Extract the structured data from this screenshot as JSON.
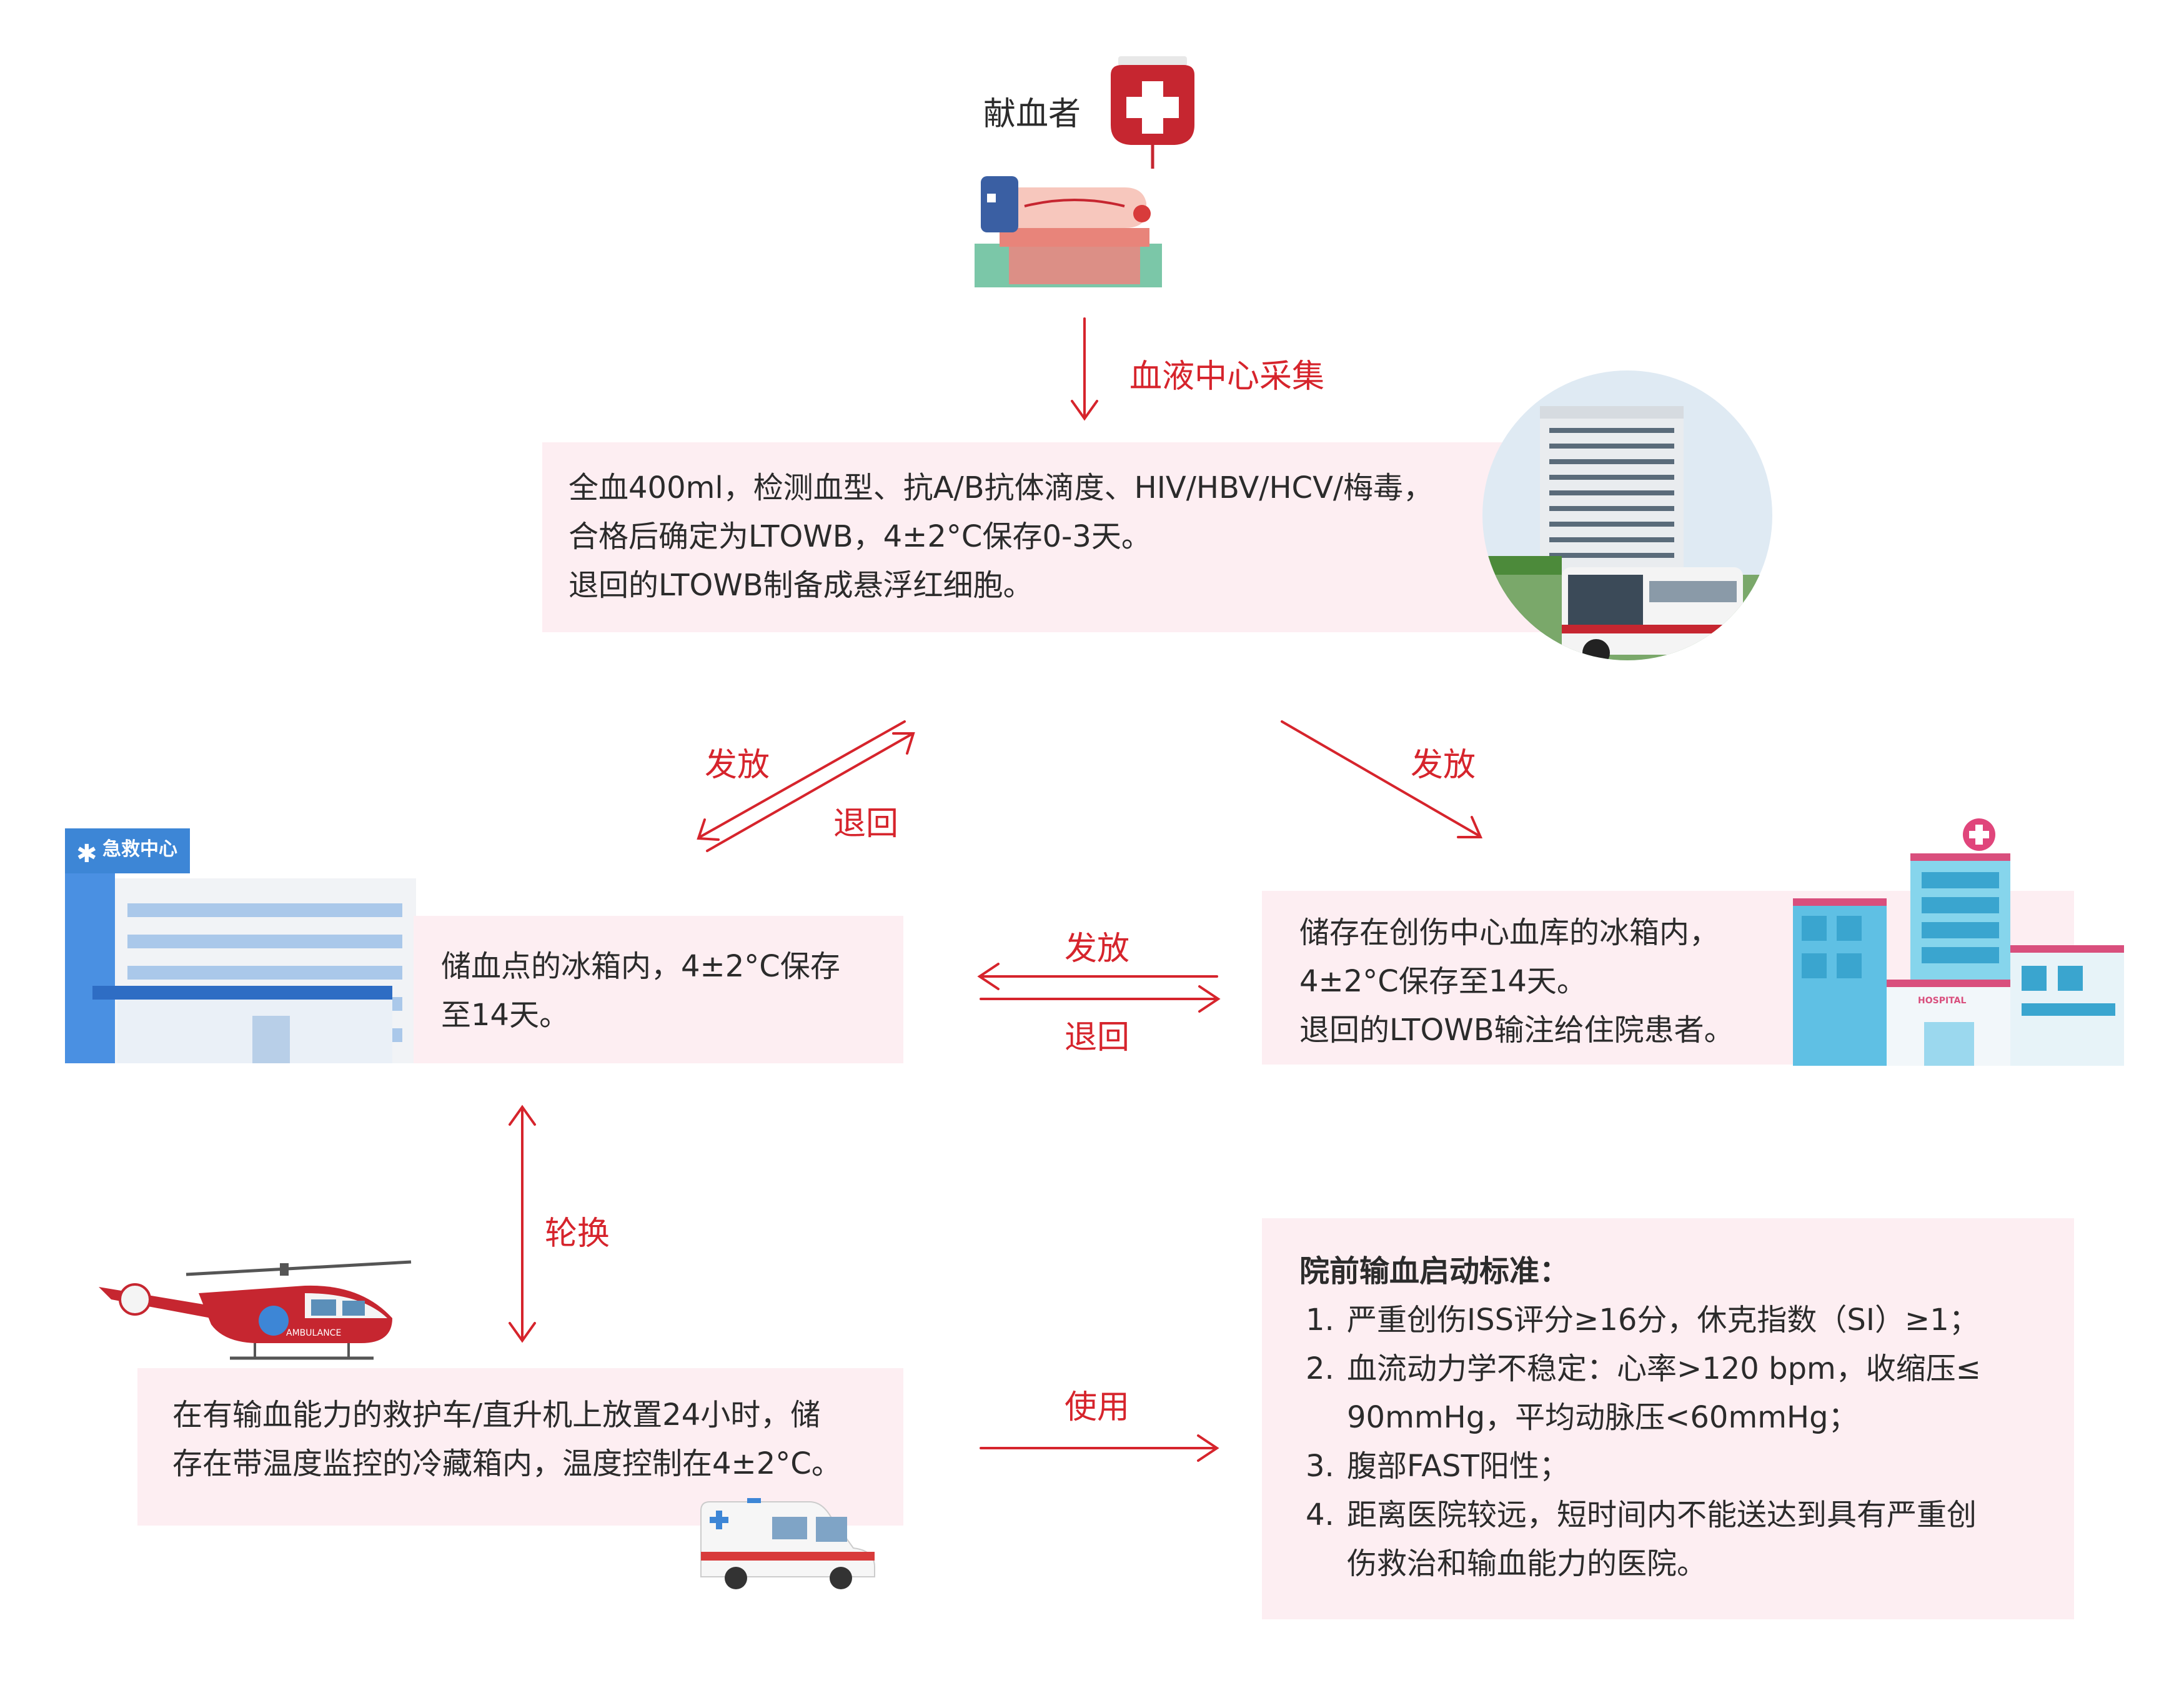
{
  "donor": {
    "label": "献血者"
  },
  "collect_label": "血液中心采集",
  "blood_center": {
    "lines": [
      "全血400ml，检测血型、抗A/B抗体滴度、HIV/HBV/HCV/梅毒，",
      "合格后确定为LTOWB，4±2°C保存0-3天。",
      "退回的LTOWB制备成悬浮红细胞。"
    ]
  },
  "arrow_labels": {
    "left_issue": "发放",
    "left_return": "退回",
    "right_issue": "发放",
    "mid_issue": "发放",
    "mid_return": "退回",
    "rotate": "轮换",
    "use": "使用"
  },
  "emergency_center": {
    "sign": "急救中心",
    "lines": [
      "储血点的冰箱内，4±2°C保存",
      "至14天。"
    ]
  },
  "trauma_center": {
    "lines": [
      "储存在创伤中心血库的冰箱内，",
      "4±2°C保存至14天。",
      "退回的LTOWB输注给住院患者。"
    ],
    "hospital_sign": "HOSPITAL"
  },
  "vehicle_box": {
    "lines": [
      "在有输血能力的救护车/直升机上放置24小时，储",
      "存在带温度监控的冷藏箱内，温度控制在4±2°C。"
    ],
    "heli_text": "AMBULANCE"
  },
  "criteria": {
    "title": "院前输血启动标准：",
    "items": [
      {
        "num": "1.",
        "lines": [
          "严重创伤ISS评分≥16分，休克指数（SI）≥1；"
        ]
      },
      {
        "num": "2.",
        "lines": [
          "血流动力学不稳定：心率>120 bpm，收缩压≤",
          "90mmHg，平均动脉压<60mmHg；"
        ]
      },
      {
        "num": "3.",
        "lines": [
          "腹部FAST阳性；"
        ]
      },
      {
        "num": "4.",
        "lines": [
          "距离医院较远，短时间内不能送达到具有严重创",
          "伤救治和输血能力的医院。"
        ]
      }
    ]
  },
  "colors": {
    "accent": "#d6242c",
    "box_fill": "#fdeef2",
    "text": "#2b2b2b"
  }
}
